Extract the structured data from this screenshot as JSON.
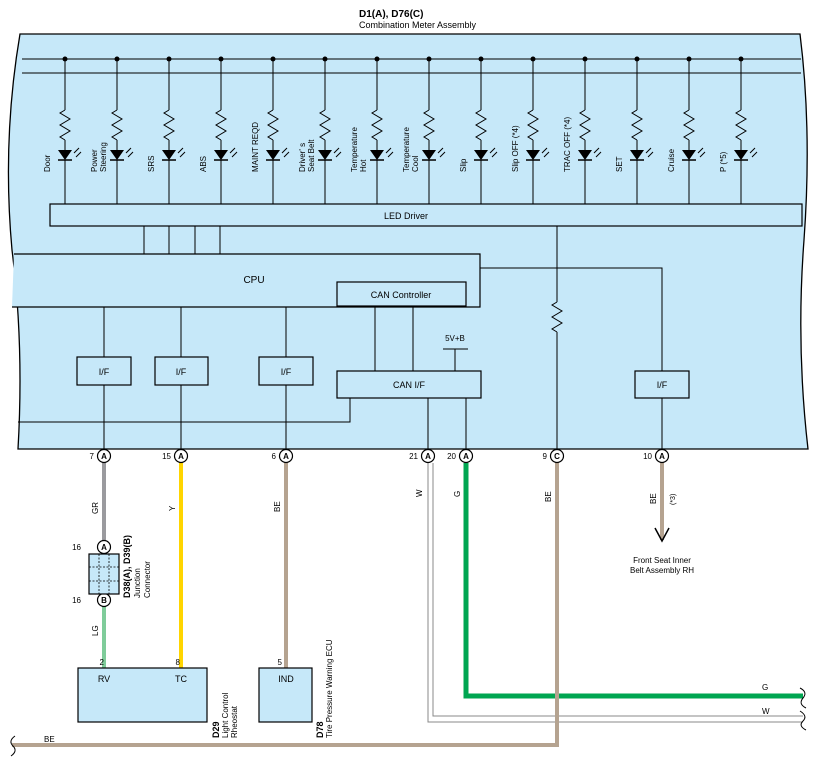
{
  "assembly": {
    "code": "D1(A), D76(C)",
    "name": "Combination Meter Assembly"
  },
  "indicators": [
    {
      "label": "Door"
    },
    {
      "label": "Power",
      "label2": "Steering"
    },
    {
      "label": "SRS"
    },
    {
      "label": "ABS"
    },
    {
      "label": "MAINT REQD"
    },
    {
      "label": "Driver' s",
      "label2": "Seat Belt"
    },
    {
      "label": "Temperature",
      "label2": "Hot"
    },
    {
      "label": "Temperature",
      "label2": "Cool"
    },
    {
      "label": "Slip"
    },
    {
      "label": "Slip OFF (*4)"
    },
    {
      "label": "TRAC OFF (*4)"
    },
    {
      "label": "SET"
    },
    {
      "label": "Cruise"
    },
    {
      "label": "P (*5)"
    }
  ],
  "blocks": {
    "led_driver": "LED Driver",
    "cpu": "CPU",
    "can_controller": "CAN Controller",
    "can_if": "CAN I/F",
    "if_label": "I/F",
    "supply": "5V+B"
  },
  "pins": [
    {
      "num": "7",
      "conn": "A"
    },
    {
      "num": "15",
      "conn": "A"
    },
    {
      "num": "6",
      "conn": "A"
    },
    {
      "num": "21",
      "conn": "A"
    },
    {
      "num": "20",
      "conn": "A"
    },
    {
      "num": "9",
      "conn": "C"
    },
    {
      "num": "10",
      "conn": "A"
    }
  ],
  "wires": {
    "gr": "GR",
    "y": "Y",
    "be1": "BE",
    "w": "W",
    "g": "G",
    "be2": "BE",
    "be3": "BE",
    "be3_note": "(*3)",
    "lg": "LG",
    "g_right": "G",
    "w_right": "W",
    "be_bottom": "BE"
  },
  "junction": {
    "pin_top": "16",
    "conn_top": "A",
    "pin_bottom": "16",
    "conn_bottom": "B",
    "code": "D38(A), D39(B)",
    "name1": "Junction",
    "name2": "Connector"
  },
  "rheostat": {
    "code": "D29",
    "name1": "Light Control",
    "name2": "Rheostat",
    "pin_rv": "2",
    "pin_tc": "8",
    "term_rv": "RV",
    "term_tc": "TC"
  },
  "tpw_ecu": {
    "code": "D78",
    "name": "Tire Pressure Warning ECU",
    "pin": "5",
    "term": "IND"
  },
  "front_seat": {
    "line1": "Front Seat Inner",
    "line2": "Belt Assembly RH"
  },
  "colors": {
    "panel": "#c6e8f9",
    "wire_gray": "#9a9a9e",
    "wire_yellow": "#ffd500",
    "wire_tan": "#b5a390",
    "wire_green": "#00a651",
    "wire_lightgreen": "#7fcc9a"
  }
}
